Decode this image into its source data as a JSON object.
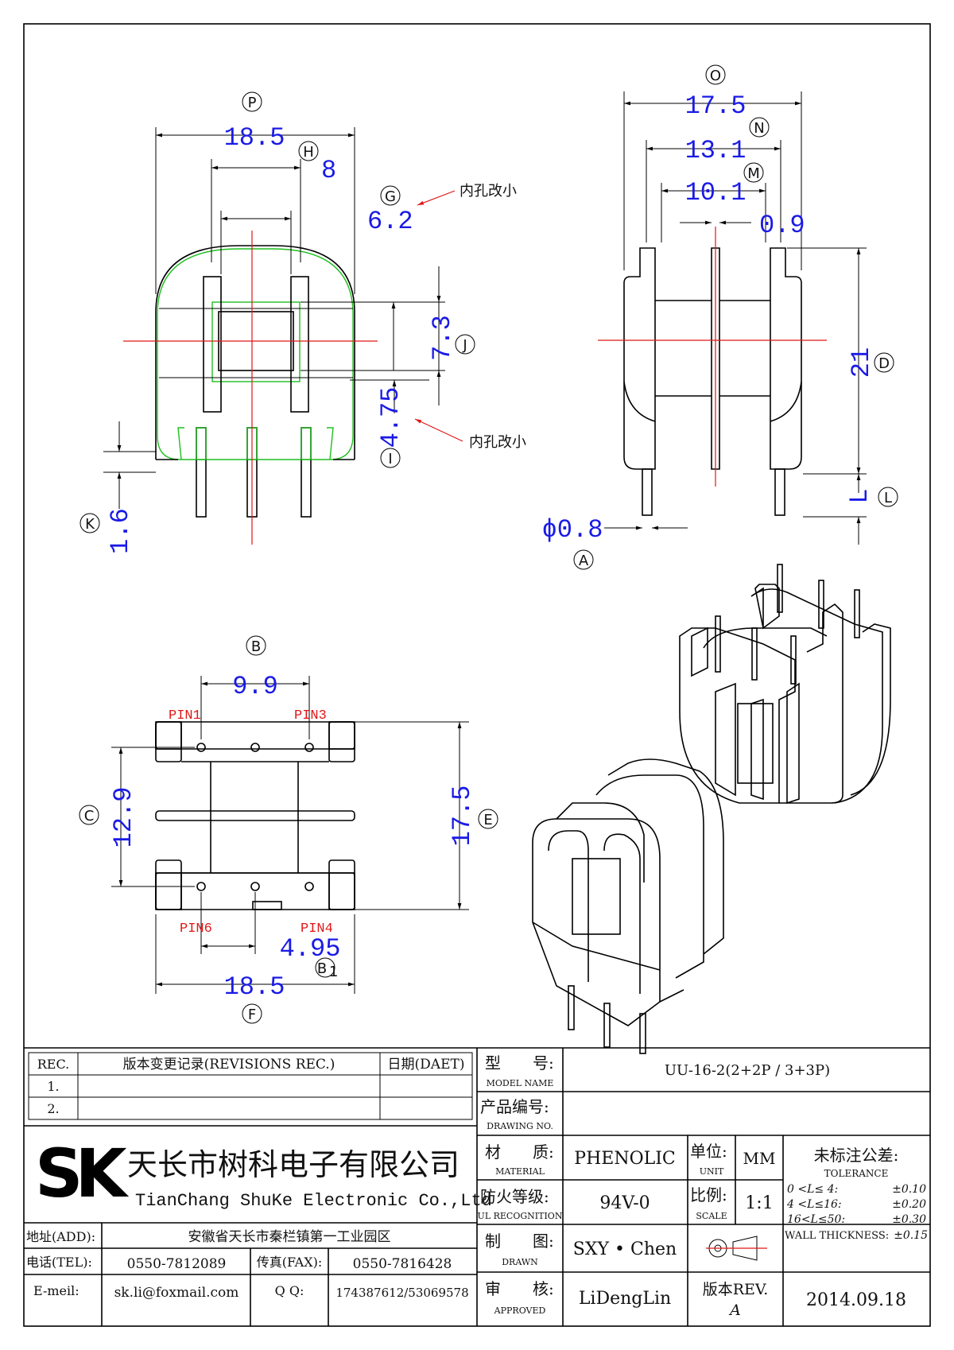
{
  "dimensions": {
    "P": "18.5",
    "H": "8",
    "G": "6.2",
    "J": "7.3",
    "I": "4.75",
    "K": "1.6",
    "O": "17.5",
    "N": "13.1",
    "M": "10.1",
    "M2": "0.9",
    "D": "21",
    "L": "L",
    "A": "ϕ0.8",
    "B": "9.9",
    "C": "12.9",
    "E": "17.5",
    "B1": "4.95",
    "F": "18.5"
  },
  "callouts": {
    "P": "P",
    "H": "H",
    "G": "G",
    "J": "J",
    "I": "I",
    "K": "K",
    "O": "O",
    "N": "N",
    "M": "M",
    "D": "D",
    "L": "L",
    "A": "A",
    "B": "B",
    "C": "C",
    "E": "E",
    "B1": "B",
    "B1_sub": "1",
    "F": "F"
  },
  "notes": {
    "hole1": "内孔改小",
    "hole2": "内孔改小"
  },
  "pins": {
    "pin1": "PIN1",
    "pin3": "PIN3",
    "pin6": "PIN6",
    "pin4": "PIN4"
  },
  "title_block": {
    "rev_header": "REC.",
    "rev_desc_header": "版本变更记录(REVISIONS REC.)",
    "rev_date_header": "日期(DAET)",
    "rev1": "1.",
    "rev2": "2.",
    "model_label_cn": "型　　号:",
    "model_label_en": "MODEL NAME",
    "model_value": "UU-16-2(2+2P / 3+3P)",
    "drawing_label_cn": "产品编号:",
    "drawing_label_en": "DRAWING NO.",
    "material_label_cn": "材　　质:",
    "material_label_en": "MATERIAL",
    "material_value": "PHENOLIC",
    "unit_label_cn": "单位:",
    "unit_label_en": "UNIT",
    "unit_value": "MM",
    "ul_label_cn": "防火等级:",
    "ul_label_en": "UL RECOGNITION",
    "ul_value": "94V-0",
    "scale_label_cn": "比例:",
    "scale_label_en": "SCALE",
    "scale_value": "1:1",
    "tol_title_cn": "未标注公差:",
    "tol_title_en": "TOLERANCE",
    "tol_rows": [
      {
        "range": "0 <L≤ 4:",
        "value": "±0.10"
      },
      {
        "range": "4 <L≤16:",
        "value": "±0.20"
      },
      {
        "range": "16<L≤50:",
        "value": "±0.30"
      }
    ],
    "wall_label": "WALL THICKNESS:",
    "wall_value": "±0.15",
    "drawn_label_cn": "制　　图:",
    "drawn_label_en": "DRAWN",
    "drawn_value": "SXY • Chen",
    "approved_label_cn": "审　　核:",
    "approved_label_en": "APPROVED",
    "approved_value": "LiDengLin",
    "rev_label": "版本REV.",
    "rev_value": "A",
    "date_value": "2014.09.18",
    "company_logo": "SK",
    "company_cn": "天长市树科电子有限公司",
    "company_en": "TianChang ShuKe Electronic Co.,Ltd",
    "addr_label": "地址(ADD):",
    "addr_value": "安徽省天长市秦栏镇第一工业园区",
    "tel_label": "电话(TEL):",
    "tel_value": "0550-7812089",
    "fax_label": "传真(FAX):",
    "fax_value": "0550-7816428",
    "email_label": "E-meil:",
    "email_value": "sk.li@foxmail.com",
    "qq_label": "Q Q:",
    "qq_value": "174387612/53069578"
  }
}
